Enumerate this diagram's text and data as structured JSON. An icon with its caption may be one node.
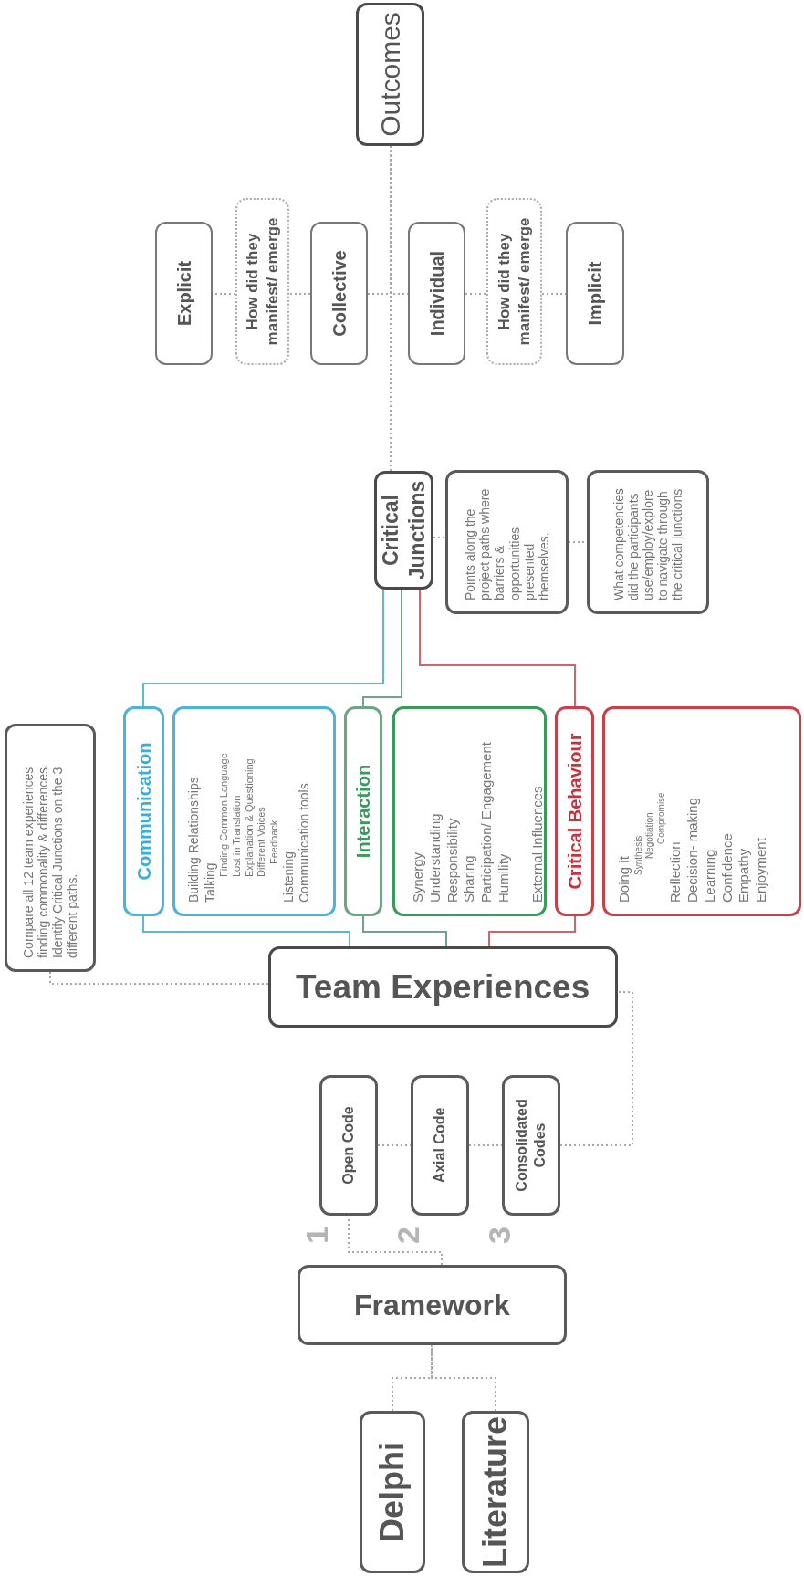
{
  "diagram": {
    "nodes": [
      {
        "text": [
          "Delphi"
        ]
      },
      {
        "text": [
          "Literature"
        ]
      },
      {
        "text": [
          "Framework"
        ]
      },
      {
        "text": [
          "Open Code"
        ]
      },
      {
        "text": [
          "Axial Code"
        ]
      },
      {
        "text": [
          "Consolidated Codes"
        ]
      },
      {
        "text": [
          "Team Experiences"
        ]
      },
      {
        "text": [
          "Compare all 12 team experiences finding commonality & differences. Identify Critical Junctions on the 3 different paths."
        ]
      },
      {
        "text": [
          "Communication"
        ]
      },
      {
        "text": [
          "Building Relationships",
          "Talking",
          "Finding Common Language",
          "Lost in Translation",
          "Explanation & Questioning",
          "Different Voices",
          "Feedback",
          "Listening",
          "Communication tools"
        ]
      },
      {
        "text": [
          "Interaction"
        ]
      },
      {
        "text": [
          "Synergy",
          "Understanding",
          "Responsibility",
          "Sharing",
          "Participation/ Engagement",
          "Humility",
          "External Influences"
        ]
      },
      {
        "text": [
          "Critical Behaviour"
        ]
      },
      {
        "text": [
          "Doing it",
          "Synthesis",
          "Negotiation",
          "Compromise",
          "Reflection",
          "Decision- making",
          "Learning",
          "Confidence",
          "Empathy",
          "Enjoyment"
        ]
      },
      {
        "text": [
          "Critical Junctions"
        ]
      },
      {
        "text": [
          "Points along the project paths where barriers & opportunities presented themselves."
        ]
      },
      {
        "text": [
          "What competencies did the participants use/employ/explore to navigate through the critical junctions"
        ]
      },
      {
        "text": [
          "Outcomes"
        ]
      },
      {
        "text": [
          "Explicit"
        ]
      },
      {
        "text": [
          "How did they manifest/ emerge"
        ]
      },
      {
        "text": [
          "Collective"
        ]
      },
      {
        "text": [
          "Individual"
        ]
      },
      {
        "text": [
          "How did they manifest/ emerge"
        ]
      },
      {
        "text": [
          "Implicit"
        ]
      }
    ],
    "edges": [
      {
        "from": 0,
        "to": 2,
        "arrow": "none",
        "style": "dashed"
      },
      {
        "from": 1,
        "to": 2,
        "arrow": "none",
        "style": "dashed"
      },
      {
        "from": 2,
        "to": 3,
        "arrow": "none",
        "style": "dashed"
      },
      {
        "from": 3,
        "to": 4,
        "arrow": "none",
        "style": "dashed"
      },
      {
        "from": 4,
        "to": 5,
        "arrow": "none",
        "style": "dashed"
      },
      {
        "from": 5,
        "to": 6,
        "arrow": "none",
        "style": "dashed"
      },
      {
        "from": 6,
        "to": 7,
        "arrow": "none",
        "style": "dashed"
      },
      {
        "from": 6,
        "to": 8,
        "arrow": "none",
        "color": "#5ab8d8"
      },
      {
        "from": 6,
        "to": 10,
        "arrow": "none",
        "color": "#6fa584"
      },
      {
        "from": 6,
        "to": 12,
        "arrow": "none",
        "color": "#d0646c"
      },
      {
        "from": 8,
        "to": 14,
        "arrow": "none",
        "color": "#5ab8d8"
      },
      {
        "from": 10,
        "to": 14,
        "arrow": "none",
        "color": "#6fa584"
      },
      {
        "from": 12,
        "to": 14,
        "arrow": "none",
        "color": "#d0646c"
      },
      {
        "from": 14,
        "to": 15,
        "arrow": "none",
        "style": "dashed"
      },
      {
        "from": 15,
        "to": 16,
        "arrow": "none",
        "style": "dashed"
      },
      {
        "from": 14,
        "to": 17,
        "arrow": "none",
        "style": "dashed"
      },
      {
        "from": 17,
        "to": 20,
        "arrow": "none",
        "style": "dashed"
      },
      {
        "from": 17,
        "to": 21,
        "arrow": "none",
        "style": "dashed"
      },
      {
        "from": 20,
        "to": 19,
        "arrow": "none",
        "style": "dashed"
      },
      {
        "from": 19,
        "to": 18,
        "arrow": "none",
        "style": "dashed"
      },
      {
        "from": 21,
        "to": 22,
        "arrow": "none",
        "style": "dashed"
      },
      {
        "from": 22,
        "to": 23,
        "arrow": "none",
        "style": "dashed"
      }
    ],
    "labels": [
      "1",
      "2",
      "3"
    ]
  }
}
